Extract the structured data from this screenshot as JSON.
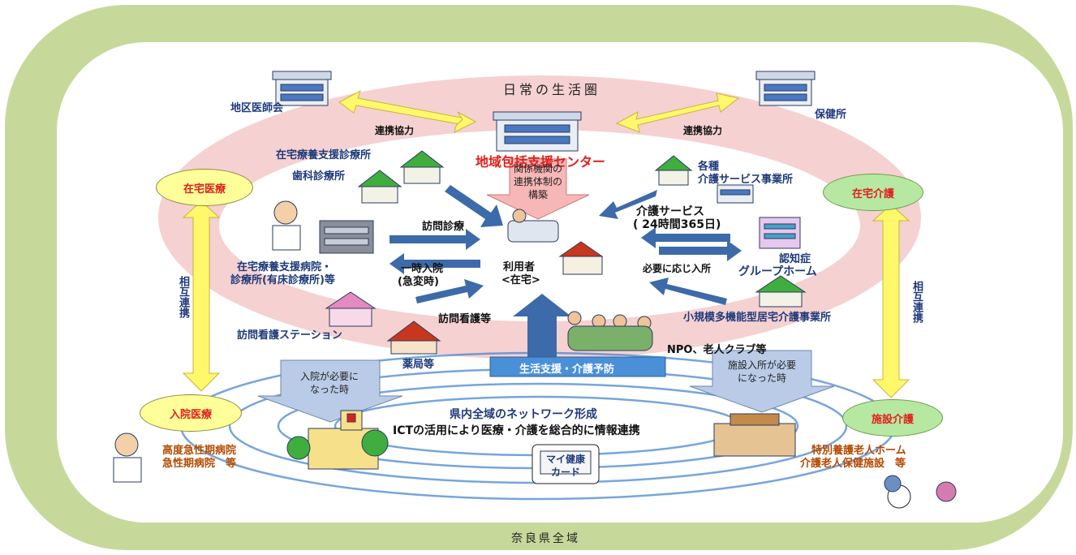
{
  "region_label": "奈良県全域",
  "sphere_label": "日常の生活圏",
  "center": {
    "name": "地域包括支援センター",
    "arrow_text": [
      "関係機関の",
      "連携体制の",
      "構築"
    ]
  },
  "facilities": {
    "district_medical": "地区医師会",
    "health_center": "保健所",
    "home_clinic": "在宅療養支援診療所",
    "dental": "歯科診療所",
    "care_services": [
      "各種",
      "介護サービス事業所"
    ],
    "hospital": [
      "在宅療養支援病院・",
      "診療所(有床診療所)等"
    ],
    "nursing_station": "訪問看護ステーション",
    "pharmacy": "薬局等",
    "dementia_home": [
      "認知症",
      "グループホーム"
    ],
    "small_multi": "小規模多機能型居宅介護事業所",
    "npo": "NPO、老人クラブ等"
  },
  "links": {
    "cooperation_left": "連携協力",
    "cooperation_right": "連携協力",
    "home_visit_medical": "訪問診療",
    "temp_admission": [
      "一時入院",
      "(急変時)"
    ],
    "visiting_nursing": "訪問看護等",
    "care_service": [
      "介護サービス",
      "( 24時間365日)"
    ],
    "as_needed": "必要に応じ入所",
    "mutual_left": "相互連携",
    "mutual_right": "相互連携"
  },
  "user": [
    "利用者",
    "<在宅>"
  ],
  "life_support": "生活支援・介護予防",
  "circles": {
    "home_medical": "在宅医療",
    "home_care": "在宅介護",
    "inpatient": "入院医療",
    "facility_care": "施設介護"
  },
  "down_left": [
    "入院が必要に",
    "なった時"
  ],
  "down_right": [
    "施設入所が必要",
    "になった時"
  ],
  "network": {
    "title": "県内全域のネットワーク形成",
    "subtitle": "ICTの活用により医療・介護を総合的に情報連携"
  },
  "card": [
    "マイ健康",
    "カード"
  ],
  "hospitals_bottom": [
    "高度急性期病院",
    "急性期病院　等"
  ],
  "nursing_bottom": [
    "特別養護老人ホーム",
    "介護老人保健施設　等"
  ]
}
